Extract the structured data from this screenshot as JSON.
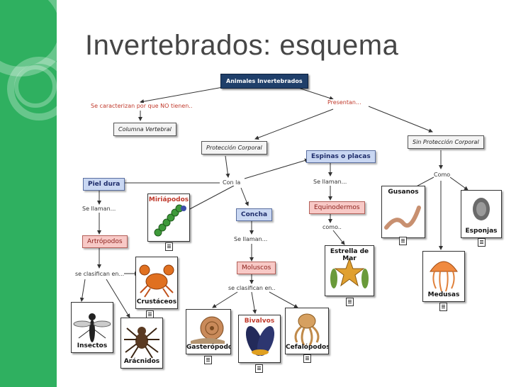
{
  "title": "Invertebrados: esquema",
  "nodes": {
    "root": "Animales Invertebrados",
    "columna": "Columna Vertebral",
    "proteccion": "Protección Corporal",
    "sin_proteccion": "Sin Protección Corporal",
    "espinas": "Espinas o placas",
    "piel_dura": "Piel dura",
    "concha": "Concha",
    "equinodermos": "Equinodermos",
    "artropodos": "Artrópodos",
    "moluscos": "Moluscos"
  },
  "links": {
    "caracterizan": "Se caracterizan por que NO tienen..",
    "presentan": "Presentan...",
    "con_la": "Con la",
    "se_llaman_piel": "Se llaman...",
    "se_llaman_espinas": "Se llaman...",
    "se_llaman_concha": "Se llaman...",
    "como_sin": "Como",
    "como_equino": "como..",
    "clasifican_art": "se clasifican en...",
    "clasifican_mol": "se clasifican en.."
  },
  "pictures": {
    "miriapodos": "Miriápodos",
    "crustaceos": "Crustáceos",
    "insectos": "Insectos",
    "aracnidos": "Arácnidos",
    "gasteropodos": "Gasterópodos",
    "bivalvos": "Bivalvos",
    "cefalopodos": "Cefalópodos",
    "estrella": "Estrella de Mar",
    "gusanos": "Gusanos",
    "esponjas": "Esponjas",
    "medusas": "Medusas"
  },
  "colors": {
    "sidebar": "#2fb060",
    "root": "#1f3f6a",
    "blue_node": "#c9d7f2",
    "pink_node": "#f8c9c6",
    "title": "#464646"
  }
}
